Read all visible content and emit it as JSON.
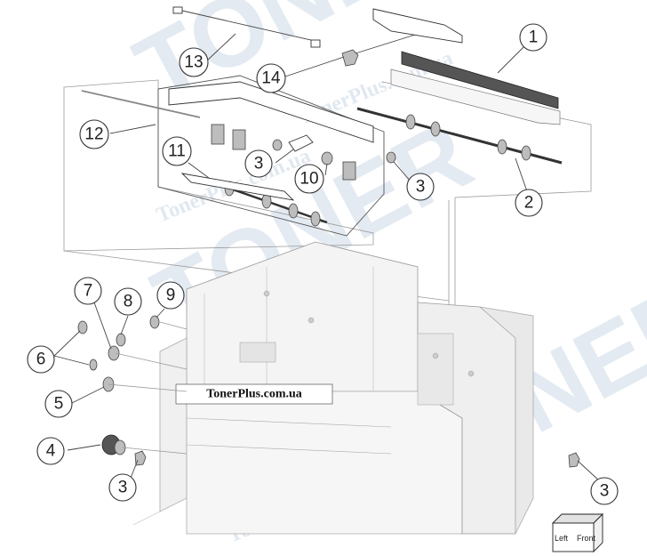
{
  "brand_label": "TonerPlus.com.ua",
  "watermarks": {
    "big": "TONER",
    "small": "TonerPlus.com.ua"
  },
  "orientation_cube": {
    "left_label": "Left",
    "front_label": "Front"
  },
  "callouts": [
    {
      "id": "c1",
      "label": "1"
    },
    {
      "id": "c2",
      "label": "2"
    },
    {
      "id": "c3a",
      "label": "3"
    },
    {
      "id": "c3b",
      "label": "3"
    },
    {
      "id": "c3c",
      "label": "3"
    },
    {
      "id": "c3d",
      "label": "3"
    },
    {
      "id": "c4",
      "label": "4"
    },
    {
      "id": "c5",
      "label": "5"
    },
    {
      "id": "c6",
      "label": "6"
    },
    {
      "id": "c7",
      "label": "7"
    },
    {
      "id": "c8",
      "label": "8"
    },
    {
      "id": "c9",
      "label": "9"
    },
    {
      "id": "c10",
      "label": "10"
    },
    {
      "id": "c11",
      "label": "11"
    },
    {
      "id": "c12",
      "label": "12"
    },
    {
      "id": "c13",
      "label": "13"
    },
    {
      "id": "c14",
      "label": "14"
    }
  ]
}
